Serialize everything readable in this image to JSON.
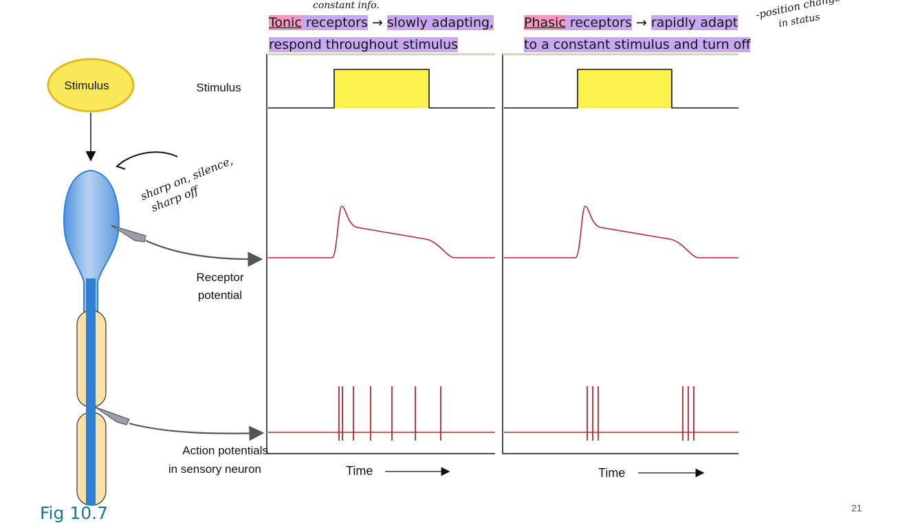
{
  "header": {
    "tonic": {
      "term": "Tonic",
      "rest": " receptors",
      "arrow": "→",
      "desc1": "slowly adapting,",
      "desc2": "respond throughout stimulus"
    },
    "phasic": {
      "term": "Phasic",
      "rest": " receptors",
      "arrow": "→",
      "desc1": "rapidly adapt",
      "desc2": "to a constant stimulus and turn off"
    }
  },
  "handwriting": {
    "top_note": "constant info.",
    "right_note_1": "-position change",
    "right_note_2": "in status",
    "side_note_1": "sharp on, silence,",
    "side_note_2": "sharp off"
  },
  "labels": {
    "stimulus_bubble": "Stimulus",
    "stimulus_row": "Stimulus",
    "receptor_potential_1": "Receptor",
    "receptor_potential_2": "potential",
    "action_potentials_1": "Action potentials",
    "action_potentials_2": "in sensory neuron",
    "time_left": "Time",
    "time_right": "Time"
  },
  "colors": {
    "stimulus_fill": "#fbf24d",
    "trace": "#b8232c",
    "neuron": "#2f7fd4",
    "myelin": "#fbe1a8",
    "bubble": "#f9e85a"
  },
  "footer": {
    "figure": "Fig 10.7",
    "page": "21"
  }
}
